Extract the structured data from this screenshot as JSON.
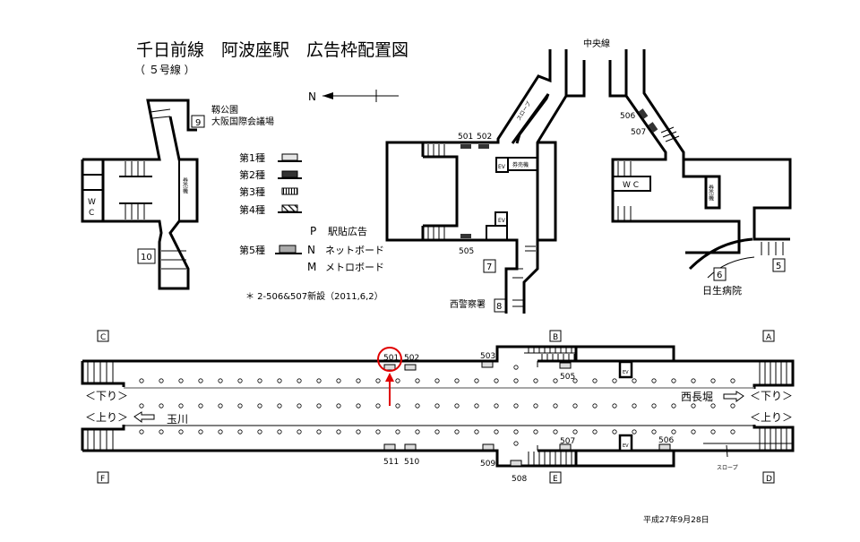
{
  "header": {
    "title": "千日前線　阿波座駅　広告枠配置図",
    "subtitle": "（ ５号線 ）"
  },
  "north_label": "N",
  "legend": {
    "items": [
      {
        "label": "第1種",
        "fill": "#e6e6e6"
      },
      {
        "label": "第2種",
        "fill": "#333333"
      },
      {
        "label": "第3種",
        "fill": "striped"
      },
      {
        "label": "第4種",
        "fill": "hatched"
      }
    ],
    "type5_label": "第5種",
    "type5_fill": "#aaaaaa",
    "type5_sub": [
      {
        "code": "P",
        "label": "駅貼広告"
      },
      {
        "code": "N",
        "label": "ネットボード"
      },
      {
        "code": "M",
        "label": "メトロボード"
      }
    ],
    "note": "＊ 2-506&507新設（2011,6,2）"
  },
  "upper_plans": {
    "left": {
      "place": [
        "靱公園",
        "大阪国際会議場"
      ],
      "exit_9": "9",
      "exit_10": "10",
      "wc": [
        "W",
        "C"
      ],
      "ticket": "券売機"
    },
    "center": {
      "line_label": "中央線",
      "slope": "スロープ",
      "ads": [
        "501",
        "502",
        "505"
      ],
      "ev": "EV",
      "ticket": "券売機",
      "exit_7": "7",
      "exit_8": "8",
      "place": "西警察署"
    },
    "right": {
      "ads": [
        "506",
        "507"
      ],
      "wc": "W C",
      "ticket": "券売機",
      "exit_5": "5",
      "exit_6": "6",
      "place": "日生病院"
    }
  },
  "platform": {
    "exits": {
      "A": "A",
      "B": "B",
      "C": "C",
      "D": "D",
      "E": "E",
      "F": "F"
    },
    "down_label": "＜下り＞",
    "up_label": "＜上り＞",
    "west_dest": "玉川",
    "east_dest": "西長堀",
    "ev": "EV",
    "slope": "スロープ",
    "ads_top": [
      "501",
      "502",
      "503",
      "505"
    ],
    "ads_bottom": [
      "511",
      "510",
      "509",
      "508",
      "507",
      "506"
    ],
    "highlighted_ad": "501",
    "highlight_color": "#e00000"
  },
  "footer": {
    "date": "平成27年9月28日"
  }
}
